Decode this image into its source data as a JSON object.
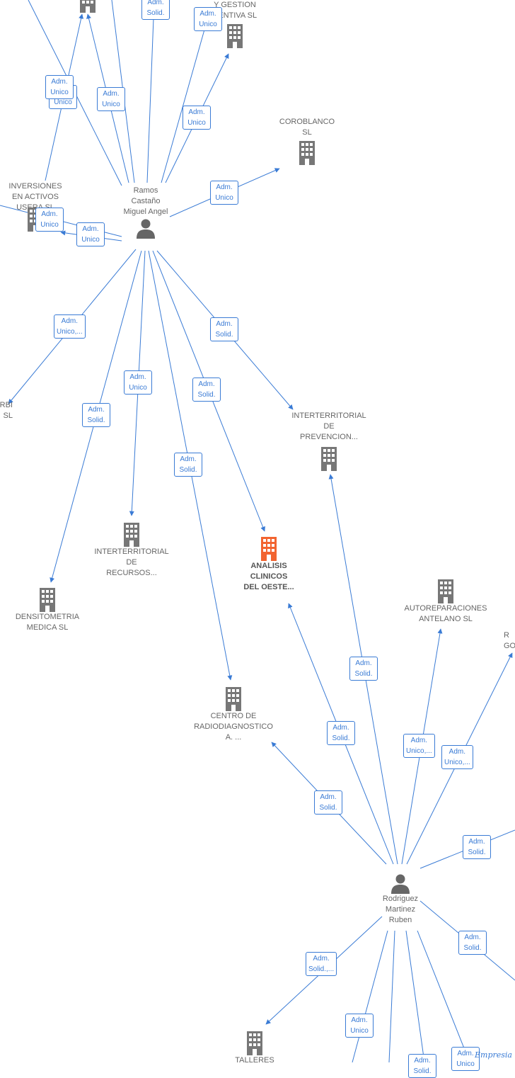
{
  "colors": {
    "edge": "#3a7bd5",
    "company": "#777777",
    "highlight": "#f26430",
    "person": "#666666"
  },
  "people": [
    {
      "id": "ramos",
      "label": "Ramos\nCastaño\nMiguel Angel"
    },
    {
      "id": "rodriguez",
      "label": "Rodriguez\nMartinez\nRuben"
    }
  ],
  "companies": [
    {
      "id": "c_top1",
      "label": ""
    },
    {
      "id": "c_gestion",
      "label": "Y GESTION\nVENTIVA SL"
    },
    {
      "id": "c_coroblanco",
      "label": "COROBLANCO\nSL"
    },
    {
      "id": "c_inversiones",
      "label": "INVERSIONES\nEN ACTIVOS\nUSERA SL"
    },
    {
      "id": "c_rbi",
      "label": "RBI\nSL"
    },
    {
      "id": "c_prevencion",
      "label": "INTERTERRITORIAL\nDE\nPREVENCION..."
    },
    {
      "id": "c_recursos",
      "label": "INTERTERRITORIAL\nDE\nRECURSOS..."
    },
    {
      "id": "c_analisis",
      "label": "ANALISIS\nCLINICOS\nDEL OESTE...",
      "main": true
    },
    {
      "id": "c_densitometria",
      "label": "DENSITOMETRIA\nMEDICA SL"
    },
    {
      "id": "c_autoreparaciones",
      "label": "AUTOREPARACIONES\nANTELANO SL"
    },
    {
      "id": "c_radiodiagnostico",
      "label": "CENTRO DE\nRADIODIAGNOSTICO\nA. ..."
    },
    {
      "id": "c_right",
      "label": "R\nGO"
    },
    {
      "id": "c_talleres",
      "label": "TALLERES"
    }
  ],
  "roles": [
    "Adm.\nSolid.",
    "Adm.\nUnico",
    "Adm.\nUnico",
    "Adm.\nUnico",
    "Adm.\nUnico",
    "Adm.\nUnico",
    "Adm.\nUnico",
    "Adm.\nUnico",
    "Adm.\nUnico",
    "Adm.\nUnico,...",
    "Adm.\nSolid.",
    "Adm.\nUnico",
    "Adm.\nSolid.",
    "Adm.\nSolid.",
    "Adm.\nSolid.",
    "Adm.\nSolid.",
    "Adm.\nSolid.",
    "Adm.\nUnico,...",
    "Adm.\nUnico,...",
    "Adm.\nSolid.",
    "Adm.\nSolid.",
    "Adm.\nSolid.",
    "Adm.\nSolid.,...",
    "Adm.\nUnico",
    "Adm.\nSolid.",
    "Adm.\nUnico"
  ],
  "brand": "Empresia"
}
